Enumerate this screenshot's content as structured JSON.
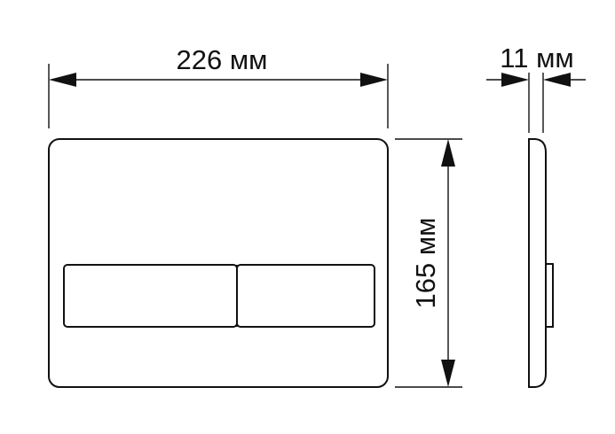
{
  "dimensions": {
    "width_label": "226 мм",
    "height_label": "165 мм",
    "depth_label": "11 мм"
  },
  "colors": {
    "line": "#111111",
    "background": "#ffffff"
  }
}
